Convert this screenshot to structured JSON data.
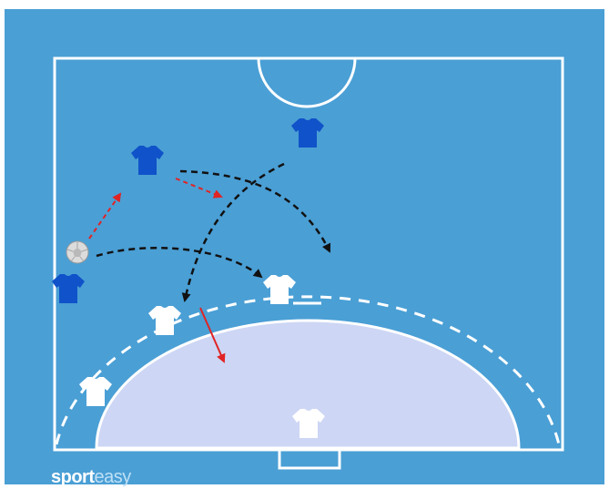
{
  "brand": {
    "logo_text_bold": "sport",
    "logo_text_light": "easy"
  },
  "colors": {
    "court_background": "#4a9fd5",
    "court_lines": "#ffffff",
    "goal_area_fill": "#cdd6f4",
    "attacker_jersey": "#1052c9",
    "defender_jersey": "#ffffff",
    "pass_arrow": "#e02424",
    "movement_arrow": "#111111"
  },
  "players": {
    "attackers": [
      "attacker-top-center",
      "attacker-left-upper",
      "attacker-left-ball"
    ],
    "defenders": [
      "defender-center",
      "defender-left-mid",
      "defender-left-wing",
      "goalkeeper"
    ]
  },
  "ball": {
    "icon": "handball-ball-icon"
  }
}
